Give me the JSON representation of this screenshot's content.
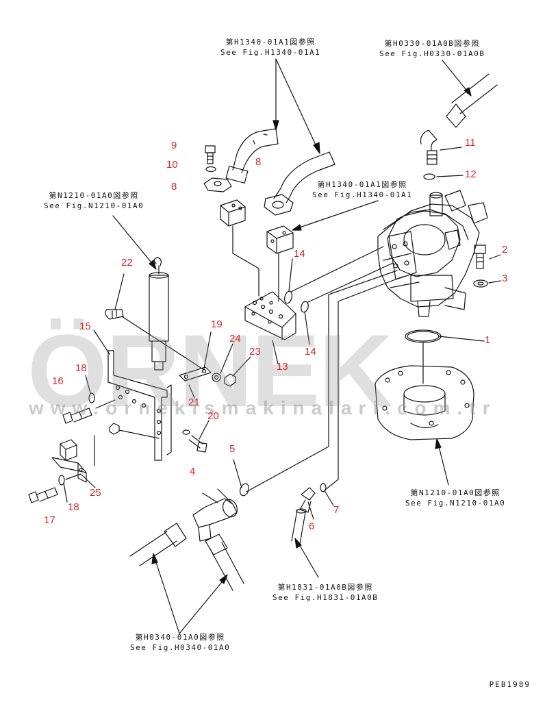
{
  "refs": {
    "h1340_top": {
      "jp": "第H1340-01A1図参照",
      "en": "See Fig.H1340-01A1"
    },
    "h0330": {
      "jp": "第H0330-01A0B図参照",
      "en": "See Fig.H0330-01A0B"
    },
    "h1340_mid": {
      "jp": "第H1340-01A1図参照",
      "en": "See Fig.H1340-01A1"
    },
    "n1210_left": {
      "jp": "第N1210-01A0図参照",
      "en": "See Fig.N1210-01A0"
    },
    "n1210_right": {
      "jp": "第N1210-01A0図参照",
      "en": "See Fig.N1210-01A0"
    },
    "h1831": {
      "jp": "第H1831-01A0B図参照",
      "en": "See Fig.H1831-01A0B"
    },
    "h0340": {
      "jp": "第H0340-01A0図参照",
      "en": "See Fig.H0340-01A0"
    }
  },
  "callouts": {
    "c1": "1",
    "c2": "2",
    "c3": "3",
    "c4": "4",
    "c5": "5",
    "c6": "6",
    "c7": "7",
    "c8a": "8",
    "c8b": "8",
    "c9": "9",
    "c10": "10",
    "c11": "11",
    "c12": "12",
    "c13": "13",
    "c14a": "14",
    "c14b": "14",
    "c15": "15",
    "c16": "16",
    "c17": "17",
    "c18a": "18",
    "c18b": "18",
    "c19": "19",
    "c20": "20",
    "c21": "21",
    "c22": "22",
    "c23": "23",
    "c24": "24",
    "c25": "25"
  },
  "watermark": {
    "brand": "ÖRNEK",
    "site": "www.ornekismakinalari.com.tr"
  },
  "drawing_code": "PEB1989"
}
